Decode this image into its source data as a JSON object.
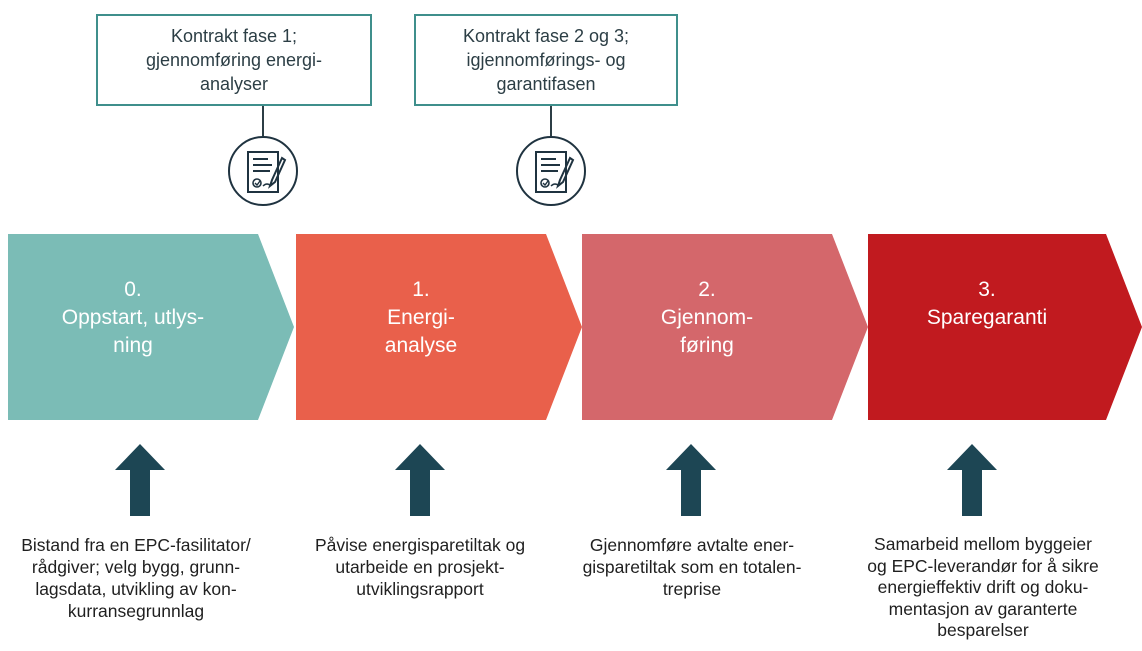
{
  "contracts": [
    {
      "lines": [
        "Kontrakt fase 1;",
        "gjennomføring energi-",
        "analyser"
      ]
    },
    {
      "lines": [
        "Kontrakt fase 2 og 3;",
        "igjennomførings- og",
        "garantifasen"
      ]
    }
  ],
  "phases": [
    {
      "lines": [
        "0.",
        "Oppstart, utlys-",
        "ning"
      ],
      "color": "#7bbcb6"
    },
    {
      "lines": [
        "1.",
        "Energi-",
        "analyse"
      ],
      "color": "#e9604b"
    },
    {
      "lines": [
        "2.",
        "Gjennom-",
        "føring"
      ],
      "color": "#d4676b"
    },
    {
      "lines": [
        "3.",
        "Sparegaranti"
      ],
      "color": "#c11a1f"
    }
  ],
  "descriptions": [
    {
      "lines": [
        "Bistand fra en EPC-fasilitator/",
        "rådgiver; velg bygg, grunn-",
        "lagsdata, utvikling av kon-",
        "kurransegrunnlag"
      ]
    },
    {
      "lines": [
        "Påvise energisparetiltak og",
        "utarbeide en prosjekt-",
        "utviklingsrapport"
      ]
    },
    {
      "lines": [
        "Gjennomføre avtalte ener-",
        "gisparetiltak som en totalen-",
        "treprise"
      ]
    },
    {
      "lines": [
        "Samarbeid mellom byggeier",
        "og EPC-leverandør for å sikre",
        "energieffektiv drift og doku-",
        "mentasjon av garanterte",
        "besparelser"
      ]
    }
  ],
  "colors": {
    "arrow": "#1d4654",
    "box_border": "#3f8f8c",
    "icon_stroke": "#1f3340"
  },
  "icons": [
    "signed-contract-icon",
    "signed-contract-icon"
  ]
}
